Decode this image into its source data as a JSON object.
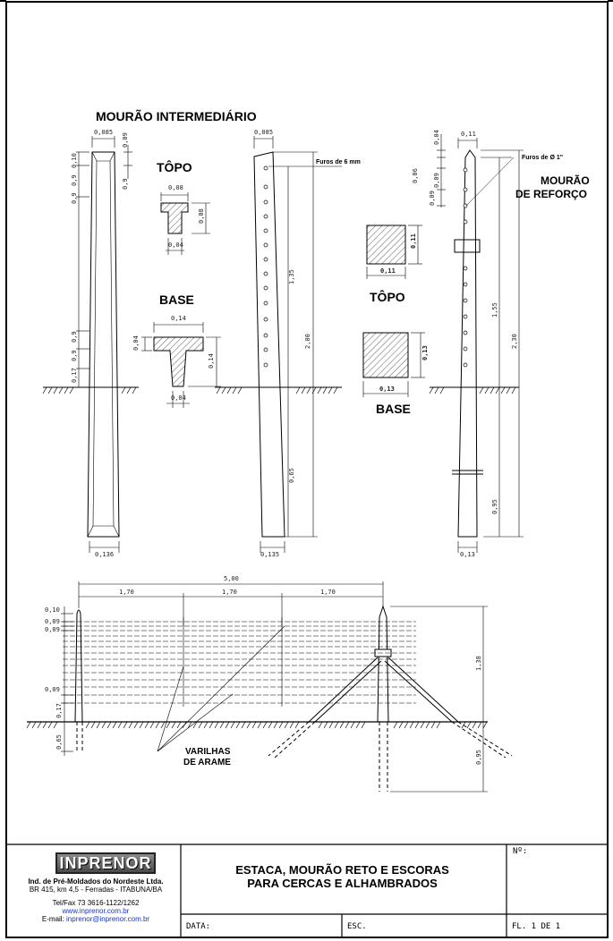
{
  "drawing": {
    "main_title": "MOURÃO INTERMEDIÁRIO",
    "topo_label": "TÔPO",
    "base_label": "BASE",
    "furos_label": "Furos de 6 mm",
    "furos_reforco_label": "Furos de Ø 1\"",
    "mourao_reforco_label_1": "MOURÃO",
    "mourao_reforco_label_2": "DE REFORÇO",
    "varilhas_label_1": "VARILHAS",
    "varilhas_label_2": "DE ARAME",
    "dims": {
      "a0085": "0,085",
      "a009": "0,09",
      "a010": "0,10",
      "a09": "0,9",
      "a017": "0,17",
      "a0136": "0,136",
      "a008": "0,08",
      "a004": "0,04",
      "a014": "0,14",
      "a0135": "0,135",
      "a135": "1,35",
      "a200": "2,00",
      "a065": "0,65",
      "a011": "0,11",
      "a013": "0,13",
      "a006": "0,06",
      "a155": "1,55",
      "a230": "2,30",
      "a095": "0,95",
      "a500": "5,00",
      "a170": "1,70",
      "a138": "1,38"
    }
  },
  "title_block": {
    "logo": "INPRENOR",
    "company_name": "Ind. de Pré-Moldados do Nordeste Ltda.",
    "address": "BR 415, km 4,5 - Ferradas - ITABUNA/BA",
    "phone": "Tel/Fax  73 3616-1122/1262",
    "website": "www.inprenor.com.br",
    "email_label": "E-mail:",
    "email": "inprenor@inprenor.com.br",
    "title_line_1": "ESTACA, MOURÃO RETO E ESCORAS",
    "title_line_2": "PARA CERCAS E ALHAMBRADOS",
    "numero_label": "Nº:",
    "data_label": "DATA:",
    "escala_label": "ESC.",
    "folha_label": "FL. 1 DE 1"
  }
}
